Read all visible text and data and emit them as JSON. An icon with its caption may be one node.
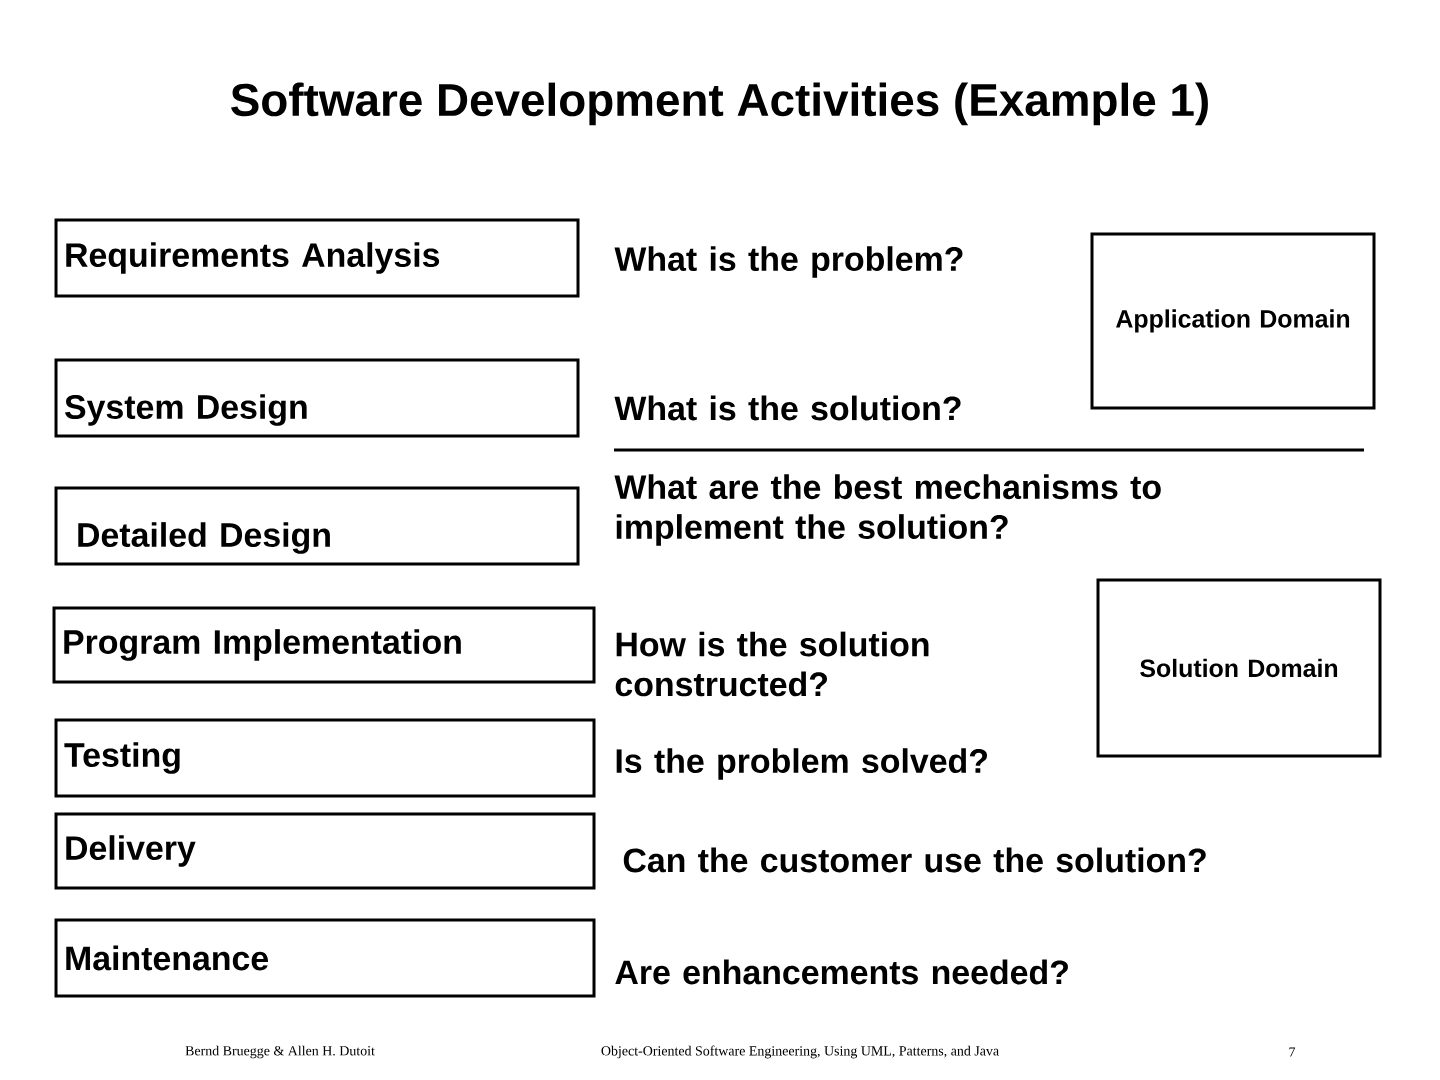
{
  "diagram": {
    "title": "Software Development Activities (Example 1)",
    "nodes": [
      {
        "text": [
          "Requirements Analysis"
        ]
      },
      {
        "text": [
          "System Design"
        ]
      },
      {
        "text": [
          "Detailed Design"
        ]
      },
      {
        "text": [
          "Program Implementation"
        ]
      },
      {
        "text": [
          "Testing"
        ]
      },
      {
        "text": [
          "Delivery"
        ]
      },
      {
        "text": [
          "Maintenance"
        ]
      },
      {
        "text": [
          "Application Domain"
        ]
      },
      {
        "text": [
          "Solution Domain"
        ]
      }
    ],
    "labels": [
      "What is the problem?",
      "What is the solution?",
      "What are the best mechanisms to implement the solution?",
      "How is the solution constructed?",
      "Is the problem solved?",
      "Can the customer use the solution?",
      "Are enhancements needed?",
      "Bernd Bruegge & Allen H. Dutoit",
      "Object-Oriented Software Engineering, Using UML, Patterns, and Java",
      "7"
    ]
  }
}
